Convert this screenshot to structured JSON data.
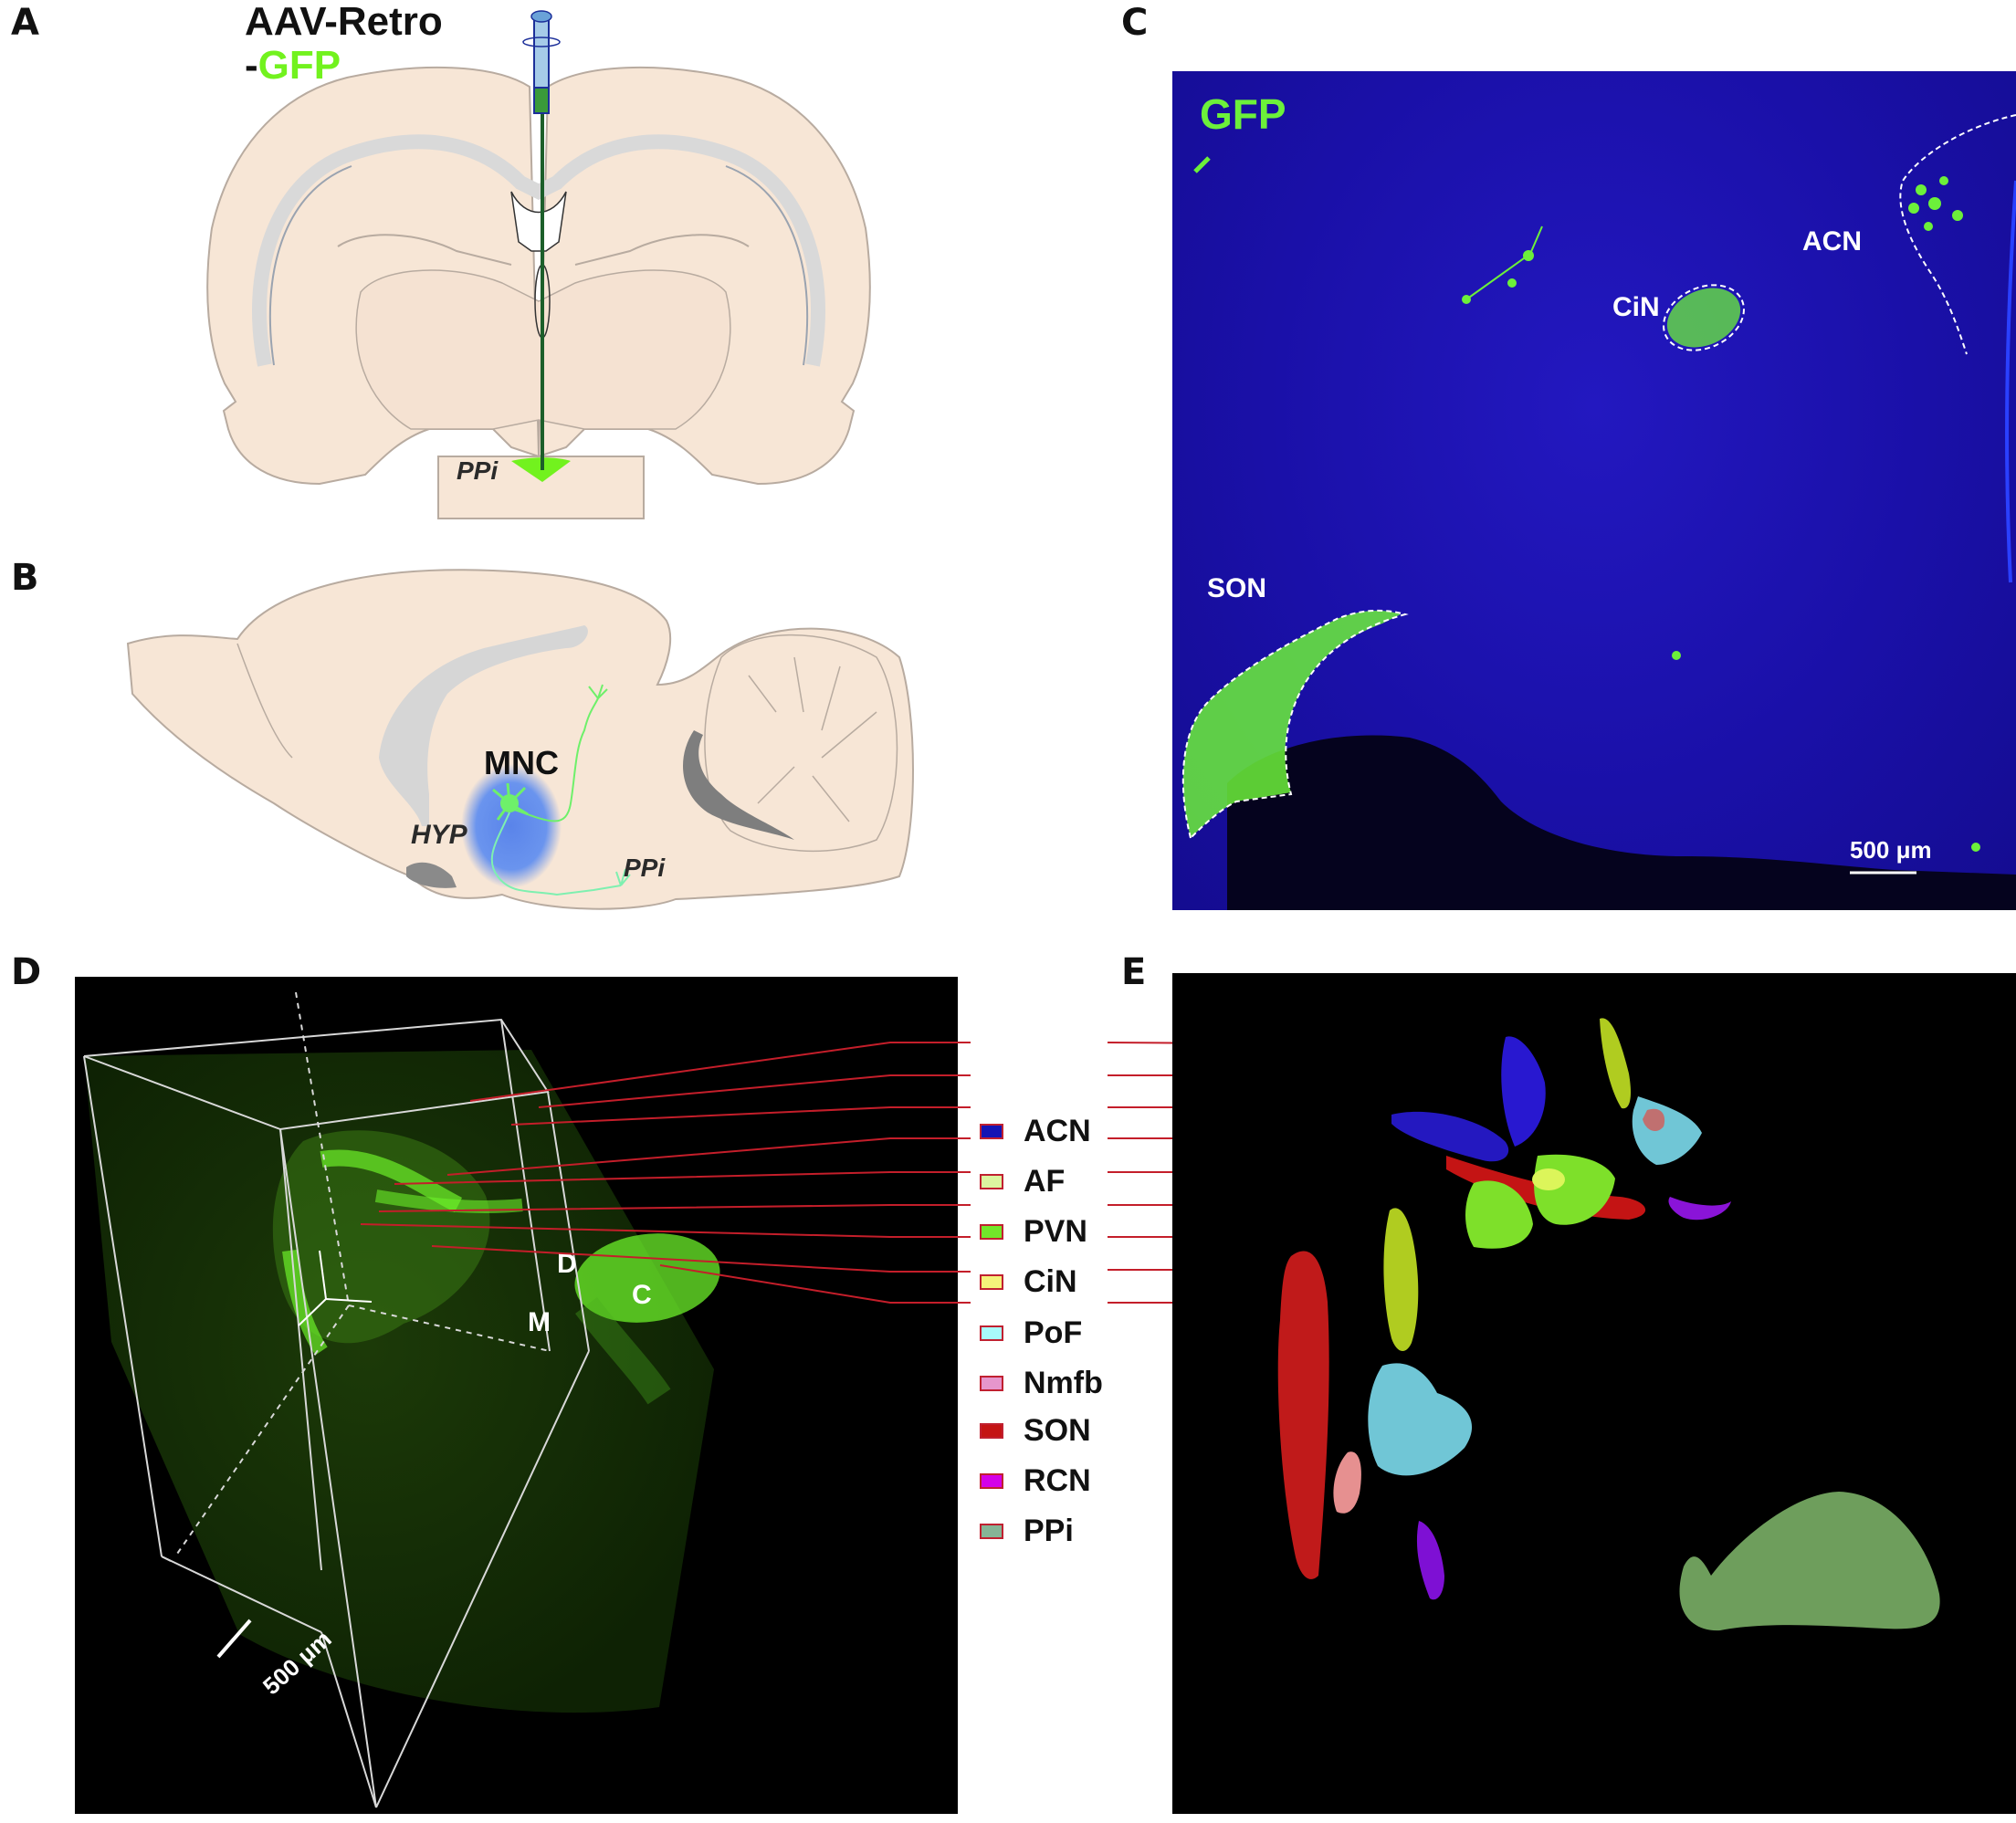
{
  "panels": {
    "A": {
      "letter": "A",
      "title_line1": "AAV-Retro",
      "title_line2_prefix": "-",
      "title_line2_colored": "GFP",
      "target_label": "PPi",
      "colors": {
        "brain": "#f7e6d6",
        "outline": "#b8aba0",
        "white_matter": "#d9d9d9",
        "gfp": "#72f21e",
        "syringe": "#a6cbe8",
        "syringe_outline": "#1c2f9a"
      }
    },
    "B": {
      "letter": "B",
      "labels": {
        "cell": "MNC",
        "region": "HYP",
        "target": "PPi"
      },
      "colors": {
        "brain": "#f7e6d6",
        "ventricle": "#7e7e7e",
        "white_matter": "#d6d6d6",
        "halo": "#6a94ee",
        "neuron": "#6ef06a"
      }
    },
    "C": {
      "letter": "C",
      "channel_label": "GFP",
      "regions": [
        "ACN",
        "CiN",
        "SON"
      ],
      "scale_bar": "500 μm",
      "colors": {
        "background": "#1a10a8",
        "gfp": "#6cf03a",
        "dark": "#05031e"
      }
    },
    "D": {
      "letter": "D",
      "axes": {
        "dorsal": "D",
        "caudal": "C",
        "medial": "M"
      },
      "scale_bar": "500 μm",
      "colors": {
        "background": "#000000",
        "tissue": "#142a06",
        "gfp": "#6cf02a",
        "box": "#d8d8d8",
        "leader": "#c41e2a"
      }
    },
    "E": {
      "letter": "E",
      "colors": {
        "background": "#000000",
        "leader": "#c41e2a"
      }
    }
  },
  "legend": {
    "items": [
      {
        "label": "ACN",
        "color": "#1414b4"
      },
      {
        "label": "AF",
        "color": "#dcf5a0"
      },
      {
        "label": "PVN",
        "color": "#72e62a"
      },
      {
        "label": "CiN",
        "color": "#f5f27a"
      },
      {
        "label": "PoF",
        "color": "#a8fafa"
      },
      {
        "label": "Nmfb",
        "color": "#e696cc"
      },
      {
        "label": "SON",
        "color": "#c41414"
      },
      {
        "label": "RCN",
        "color": "#d400e8"
      },
      {
        "label": "PPi",
        "color": "#86b496"
      }
    ]
  }
}
